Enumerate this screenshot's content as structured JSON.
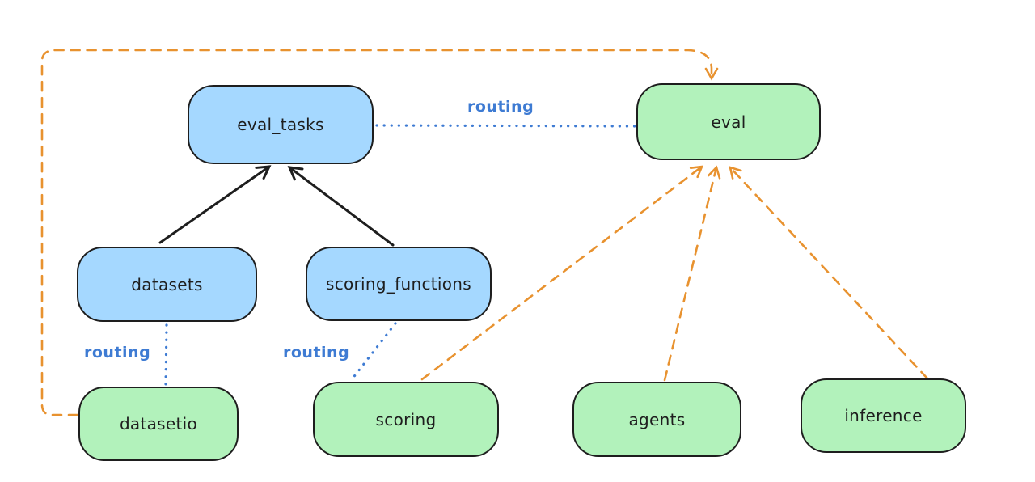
{
  "diagram": {
    "background": "#ffffff",
    "colors": {
      "resource_fill": "#a5d8ff",
      "api_fill": "#b2f2bb",
      "stroke": "#1e1e1e",
      "dashed_arrow": "#e8922f",
      "routing_blue": "#3e7bd3"
    },
    "nodes": [
      {
        "id": "eval_tasks",
        "label": "eval_tasks",
        "kind": "resource",
        "fill": "#a5d8ff"
      },
      {
        "id": "eval",
        "label": "eval",
        "kind": "api",
        "fill": "#b2f2bb"
      },
      {
        "id": "datasets",
        "label": "datasets",
        "kind": "resource",
        "fill": "#a5d8ff"
      },
      {
        "id": "scoring_functions",
        "label": "scoring_functions",
        "kind": "resource",
        "fill": "#a5d8ff"
      },
      {
        "id": "datasetio",
        "label": "datasetio",
        "kind": "api",
        "fill": "#b2f2bb"
      },
      {
        "id": "scoring",
        "label": "scoring",
        "kind": "api",
        "fill": "#b2f2bb"
      },
      {
        "id": "agents",
        "label": "agents",
        "kind": "api",
        "fill": "#b2f2bb"
      },
      {
        "id": "inference",
        "label": "inference",
        "kind": "api",
        "fill": "#b2f2bb"
      }
    ],
    "edges": [
      {
        "from": "datasets",
        "to": "eval_tasks",
        "style": "solid",
        "arrow": true,
        "color": "#1e1e1e"
      },
      {
        "from": "scoring_functions",
        "to": "eval_tasks",
        "style": "solid",
        "arrow": true,
        "color": "#1e1e1e"
      },
      {
        "from": "eval_tasks",
        "to": "eval",
        "style": "dotted",
        "arrow": false,
        "label": "routing",
        "color": "#3e7bd3"
      },
      {
        "from": "datasets",
        "to": "datasetio",
        "style": "dotted",
        "arrow": false,
        "label": "routing",
        "color": "#3e7bd3"
      },
      {
        "from": "scoring_functions",
        "to": "scoring",
        "style": "dotted",
        "arrow": false,
        "label": "routing",
        "color": "#3e7bd3"
      },
      {
        "from": "datasetio",
        "to": "eval",
        "style": "dashed",
        "arrow": true,
        "color": "#e8922f"
      },
      {
        "from": "scoring",
        "to": "eval",
        "style": "dashed",
        "arrow": true,
        "color": "#e8922f"
      },
      {
        "from": "agents",
        "to": "eval",
        "style": "dashed",
        "arrow": true,
        "color": "#e8922f"
      },
      {
        "from": "inference",
        "to": "eval",
        "style": "dashed",
        "arrow": true,
        "color": "#e8922f"
      }
    ]
  }
}
